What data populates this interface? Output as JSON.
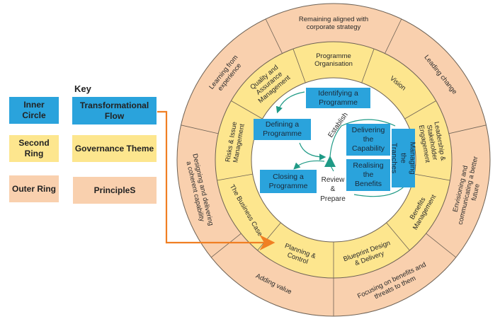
{
  "key": {
    "title": "Key",
    "items": [
      {
        "label": "Inner Circle",
        "meaning": "Transformational Flow",
        "color": "#2aa3dc"
      },
      {
        "label": "Second Ring",
        "meaning": "Governance  Theme",
        "color": "#fde68e"
      },
      {
        "label": "Outer Ring",
        "meaning": "PrincipleS",
        "color": "#f9d0ae"
      }
    ]
  },
  "outer_ring": [
    [
      "Remaining aligned with",
      "corporate strategy"
    ],
    [
      "Leading change"
    ],
    [
      "Envisioning and",
      "communicating a better",
      "future"
    ],
    [
      "Focusing on benefits and",
      "threats to them"
    ],
    [
      "Adding value"
    ],
    [
      "Designing and delivering",
      "a coherent capability"
    ],
    [
      "Learning from",
      "experience"
    ]
  ],
  "second_ring": [
    [
      "Programme",
      "Organisation"
    ],
    [
      "Vision"
    ],
    [
      "Leadership &",
      "Stakeholder",
      "Engagement"
    ],
    [
      "Benefits",
      "Management"
    ],
    [
      "Blueprint Design",
      "& Delivery"
    ],
    [
      "Planning &",
      "Control"
    ],
    [
      "The Business Case"
    ],
    [
      "Risks & Issue",
      "Management"
    ],
    [
      "Quality and",
      "Assurance",
      "Management"
    ]
  ],
  "inner": {
    "identifying": "Identifying a Programme",
    "defining": "Defining a Programme",
    "closing": "Closing a Programme",
    "delivering": "Delivering the Capability",
    "realising": "Realising the Benefits",
    "managing": "Managing the Tranches",
    "establish": "Establish",
    "review": [
      "Review",
      "&",
      "Prepare"
    ]
  },
  "colors": {
    "blue": "#2aa3dc",
    "yellow": "#fde68e",
    "peach": "#f9d0ae",
    "arrow": "#f07f23",
    "flow": "#1f9a86"
  }
}
